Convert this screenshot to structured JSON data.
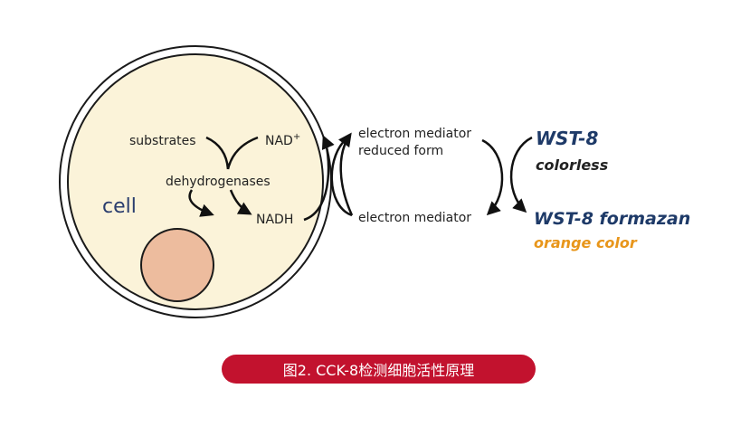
{
  "cell": {
    "label": "cell",
    "substrates": "substrates",
    "enzyme": "dehydrogenases",
    "nad_plus": "NAD",
    "nad_plus_sup": "+",
    "nadh": "NADH"
  },
  "mediator": {
    "reduced_line1": "electron mediator",
    "reduced_line2": "reduced form",
    "oxidized": "electron mediator"
  },
  "wst8": {
    "name": "WST-8",
    "state": "colorless",
    "formazan": "WST-8 formazan",
    "formazan_color": "orange color"
  },
  "caption": "图2. CCK-8检测细胞活性原理",
  "colors": {
    "cell_fill": "#fbf3d9",
    "nucleus_fill": "#edbc9e",
    "wst_blue": "#1e3a68",
    "orange": "#e8961b",
    "caption_bg": "#c2122e"
  }
}
